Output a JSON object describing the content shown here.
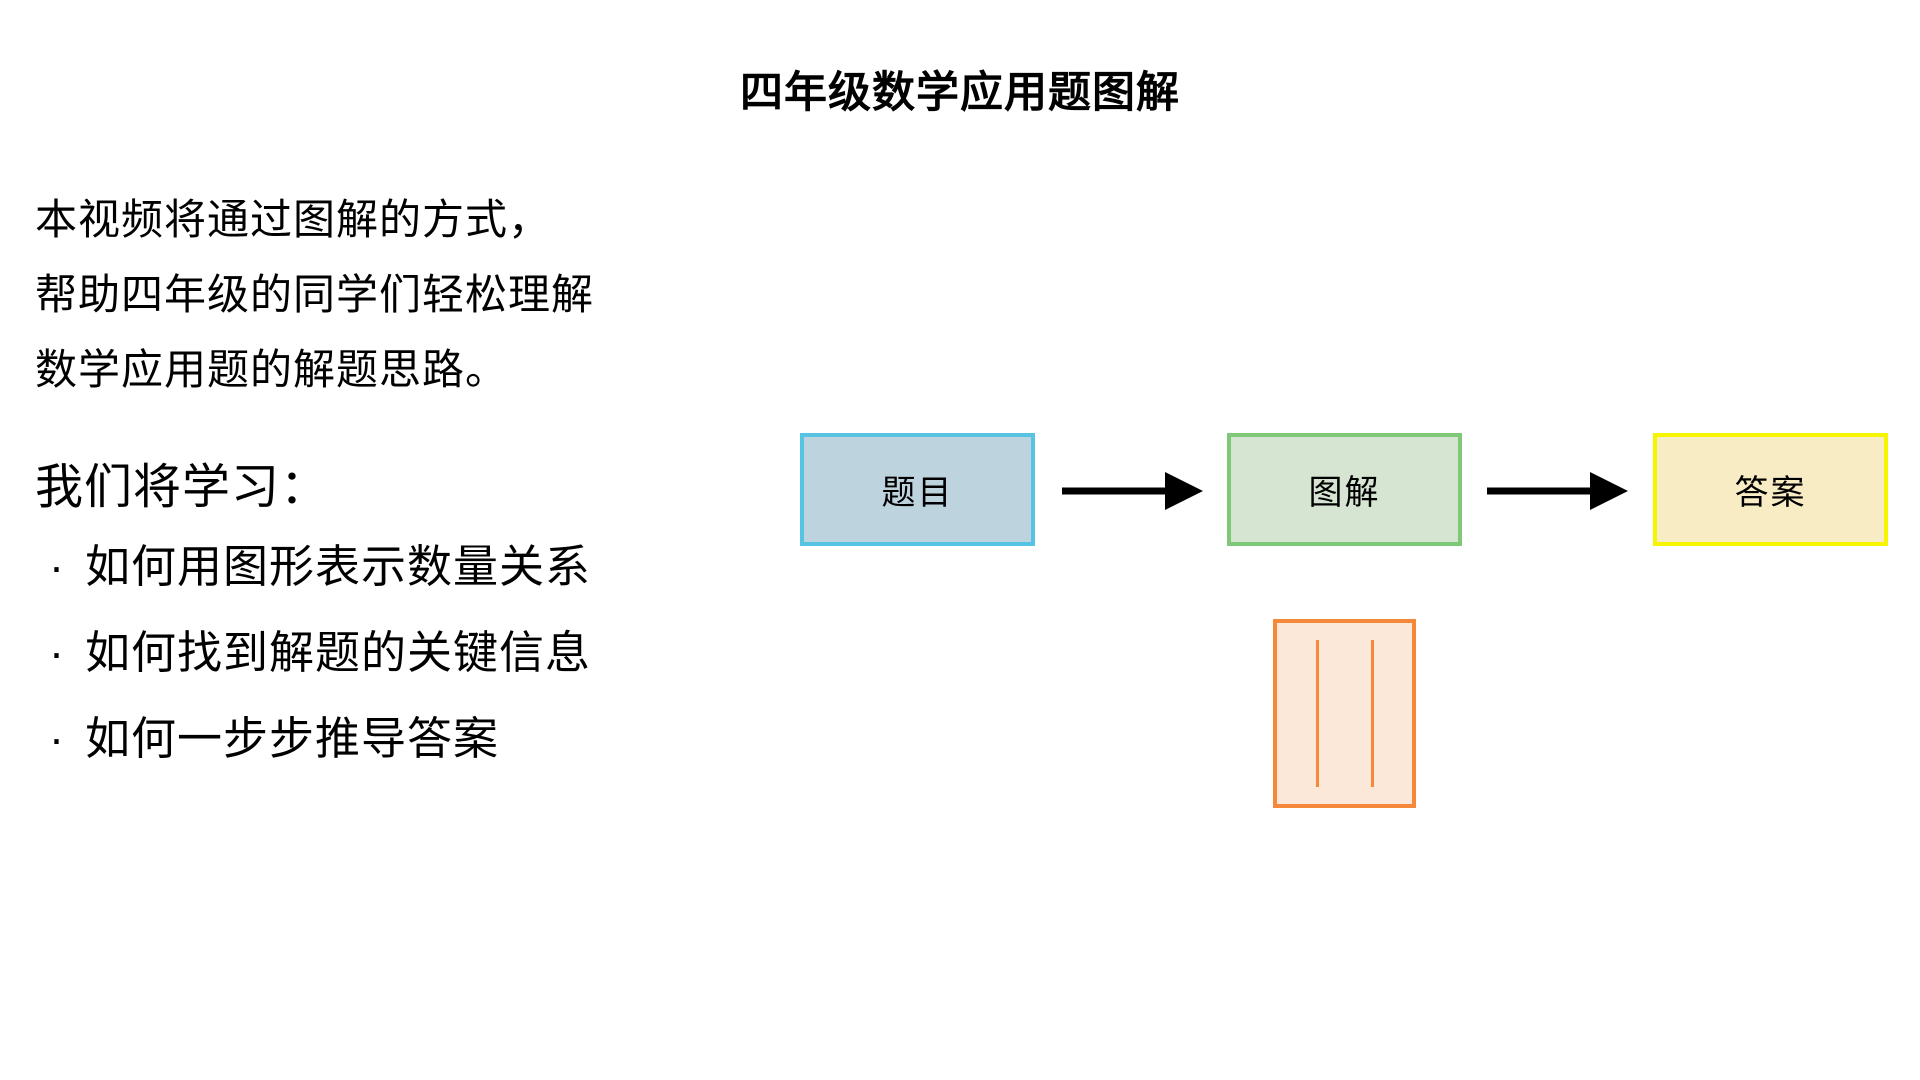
{
  "page": {
    "title": "四年级数学应用题图解",
    "background_color": "#FFFFFF",
    "text_color": "#000000"
  },
  "intro": {
    "lines": [
      "本视频将通过图解的方式，",
      "帮助四年级的同学们轻松理解",
      "数学应用题的解题思路。"
    ]
  },
  "learning": {
    "heading": "我们将学习：",
    "bullet_char": "·",
    "bullets": [
      "如何用图形表示数量关系",
      "如何找到解题的关键信息",
      "如何一步步推导答案"
    ]
  },
  "flow": {
    "nodes": [
      {
        "label": "题目",
        "fill": "#BDD3DE",
        "border": "#56C3E3"
      },
      {
        "label": "图解",
        "fill": "#D5E5D1",
        "border": "#7EC878"
      },
      {
        "label": "答案",
        "fill": "#F7ECC4",
        "border": "#F7F400"
      }
    ],
    "arrow_color": "#000000"
  },
  "diagram_placeholder": {
    "fill": "#FCE8D8",
    "border": "#F6883C",
    "line_color": "#F6883C",
    "vertical_line_count": 2
  }
}
